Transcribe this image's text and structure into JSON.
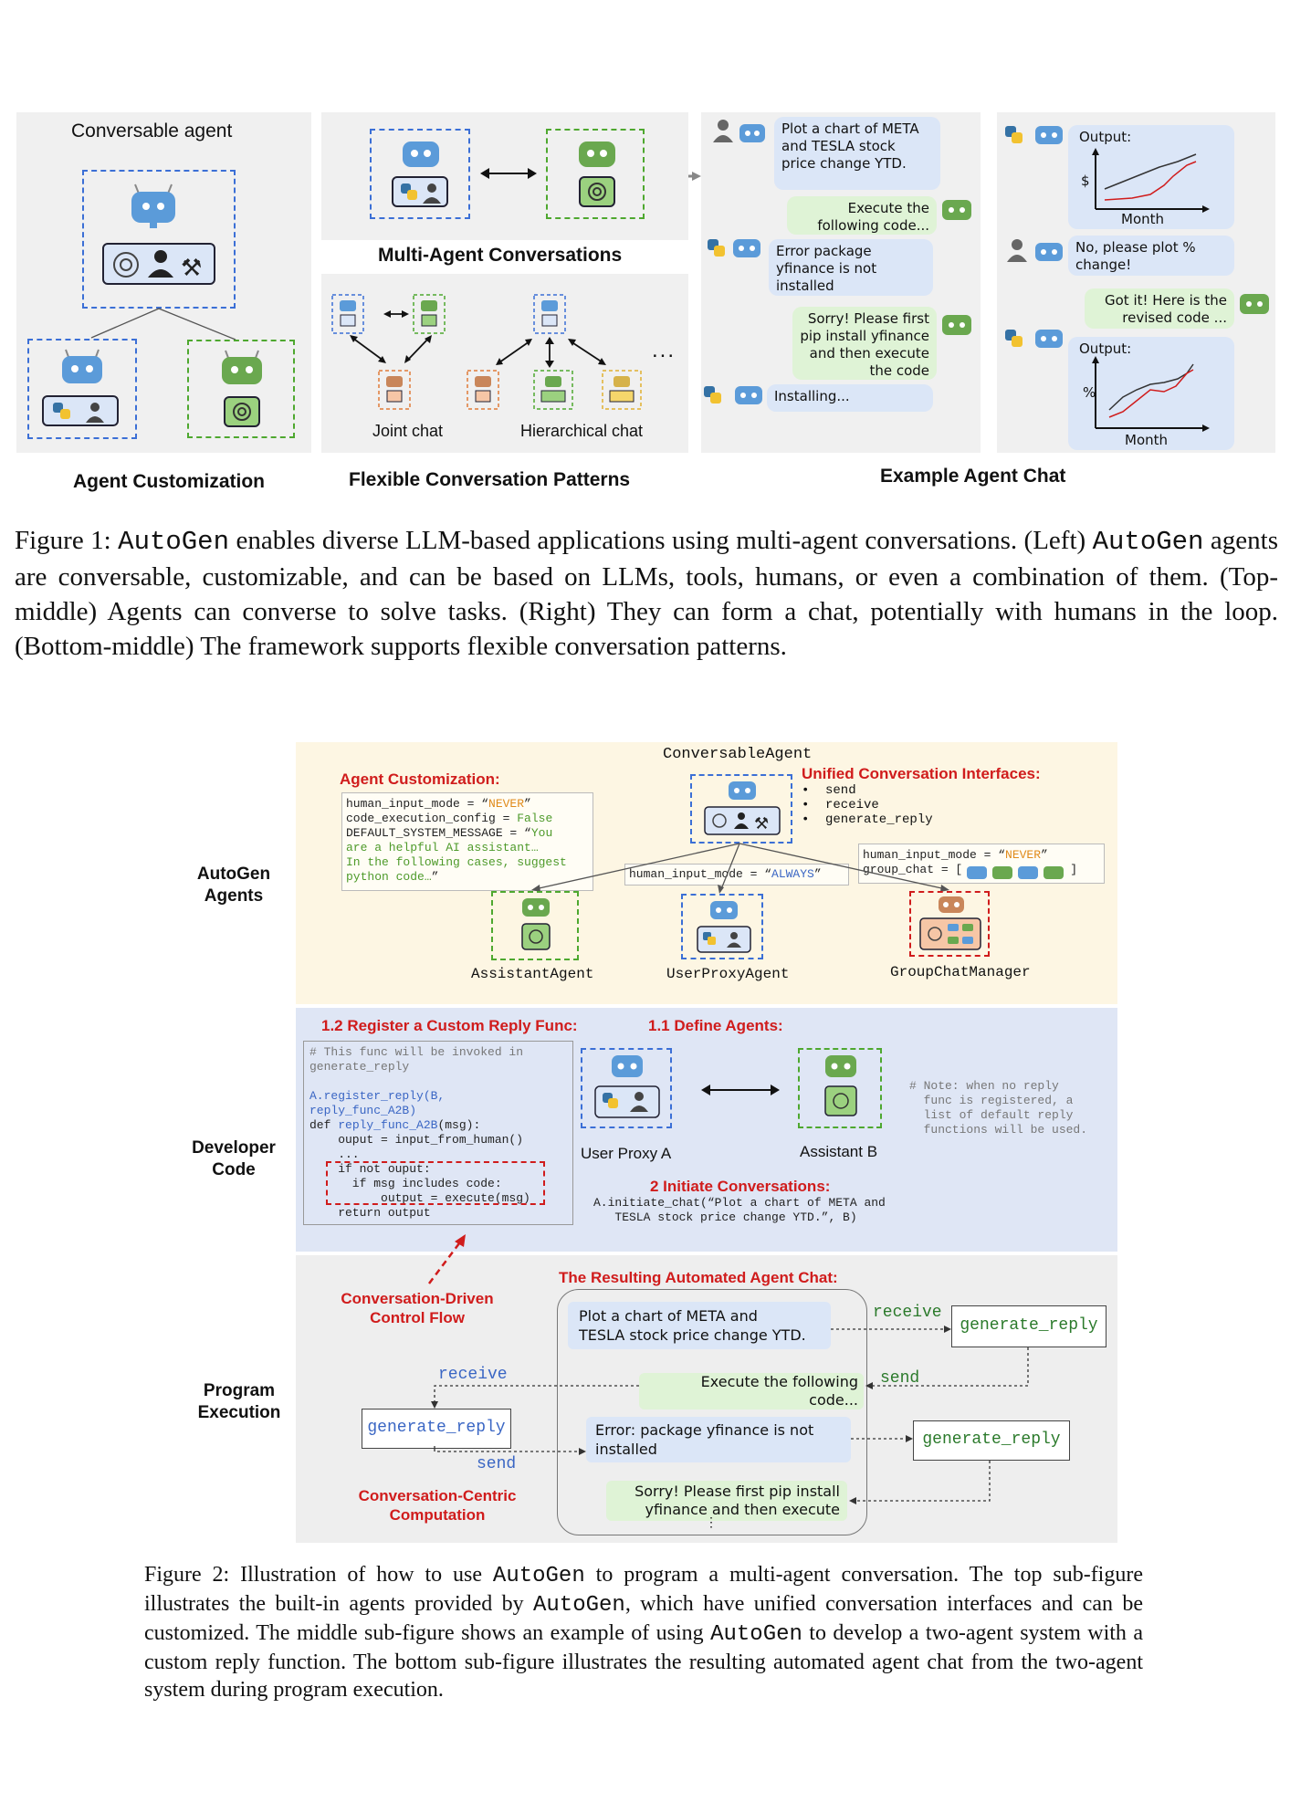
{
  "figure1": {
    "left_panel_title": "Conversable agent",
    "mid_top_title": "Multi-Agent Conversations",
    "joint_chat": "Joint chat",
    "hierarchical_chat": "Hierarchical chat",
    "ellipsis": "...",
    "label_left": "Agent Customization",
    "label_mid": "Flexible Conversation Patterns",
    "label_right": "Example Agent Chat",
    "chat": {
      "b1": "Plot a chart of META and TESLA stock price change YTD.",
      "b2": "Execute the following code...",
      "b3": "Error package yfinance is not installed",
      "b4": "Sorry! Please first pip install yfinance and then execute the code",
      "b5": "Installing...",
      "output1": "Output:",
      "dollar": "$",
      "month1": "Month",
      "b6": "No, please plot % change!",
      "b7": "Got it! Here is the revised code ...",
      "output2": "Output:",
      "percent": "%",
      "month2": "Month"
    },
    "caption": {
      "prefix": "Figure 1: ",
      "m1": "AutoGen",
      "t1": " enables diverse LLM-based applications using multi-agent conversations. (Left) ",
      "m2": "AutoGen",
      "t2": " agents are conversable, customizable, and can be based on LLMs, tools, humans, or even a combination of them. (Top-middle) Agents can converse to solve tasks. (Right) They can form a chat, potentially with humans in the loop. (Bottom-middle) The framework supports flexible conversation patterns."
    }
  },
  "figure2": {
    "conversable_agent": "ConversableAgent",
    "agent_customization": "Agent Customization:",
    "customization_code": {
      "l1a": "human_input_mode = “",
      "l1b": "NEVER",
      "l1c": "”",
      "l2a": "code_execution_config = ",
      "l2b": "False",
      "l3a": "DEFAULT_SYSTEM_MESSAGE = “",
      "l3b": "You",
      "l4": "are a helpful AI assistant…",
      "l5": "In the following cases, suggest",
      "l6a": "python code…",
      "l6b": "”"
    },
    "unified_title": "Unified Conversation Interfaces:",
    "interfaces": [
      "send",
      "receive",
      "generate_reply"
    ],
    "gcm_code": {
      "l1a": "human_input_mode = “",
      "l1b": "NEVER",
      "l1c": "”",
      "l2a": "group_chat = [",
      "l2b": "]"
    },
    "userproxy_code": {
      "a": "human_input_mode = “",
      "b": "ALWAYS",
      "c": "”"
    },
    "assistant_agent": "AssistantAgent",
    "userproxy_agent": "UserProxyAgent",
    "groupchat_manager": "GroupChatManager",
    "row_autogen": "AutoGen\nAgents",
    "row_dev": "Developer\nCode",
    "row_prog": "Program\nExecution",
    "register_title": "1.2 Register a Custom Reply Func:",
    "define_title": "1.1 Define Agents:",
    "reply_code": {
      "c1": "# This func will be invoked in",
      "c2": "generate_reply",
      "r1": "A.register_reply(B,",
      "r2": "reply_func_A2B)",
      "d1a": "def ",
      "d1b": "reply_func_A2B",
      "d1c": "(msg):",
      "o1": "    ouput = input_from_human()",
      "o2": "    ...",
      "i1": "    if not ouput:",
      "i2": "      if msg includes code:",
      "i3": "          output = execute(msg)",
      "ret": "    return output"
    },
    "user_proxy_a": "User Proxy A",
    "assistant_b": "Assistant B",
    "note": "# Note: when no reply\n  func is registered, a\n  list of default reply\n  functions will be used.",
    "initiate_title": "2 Initiate Conversations:",
    "initiate_code": "A.initiate_chat(“Plot a chart of META and\n   TESLA stock price change YTD.”, B)",
    "cdcf": "Conversation-Driven\nControl Flow",
    "resulting_title": "The Resulting Automated Agent Chat:",
    "cc": "Conversation-Centric\nComputation",
    "exec": {
      "m1": "Plot a chart of META and\nTESLA stock price change YTD.",
      "m2": "Execute the following\ncode...",
      "m3": "Error: package yfinance is not\ninstalled",
      "m4": "Sorry! Please first pip install\nyfinance and then execute",
      "receive_left": "receive",
      "send_left": "send",
      "receive_right": "receive",
      "send_right": "send",
      "gen_reply_left": "generate_reply",
      "gen_reply_r1": "generate_reply",
      "gen_reply_r2": "generate_reply"
    },
    "caption": {
      "prefix": "Figure 2: Illustration of how to use ",
      "m1": "AutoGen",
      "t1": " to program a multi-agent conversation. The top sub-figure illustrates the built-in agents provided by ",
      "m2": "AutoGen",
      "t2": ", which have unified conversation interfaces and can be customized. The middle sub-figure shows an example of using ",
      "m3": "AutoGen",
      "t3": " to develop a two-agent system with a custom reply function. The bottom sub-figure illustrates the resulting automated agent chat from the two-agent system during program execution."
    }
  },
  "colors": {
    "blue_dash": "#3b6fd6",
    "green_dash": "#4ea82f",
    "orange_dash": "#e07b39",
    "red": "#d01c1c",
    "yellow_bg": "#fdf6e3",
    "blue_bg": "#dfe6f5",
    "gray_bg": "#eeeeee"
  }
}
